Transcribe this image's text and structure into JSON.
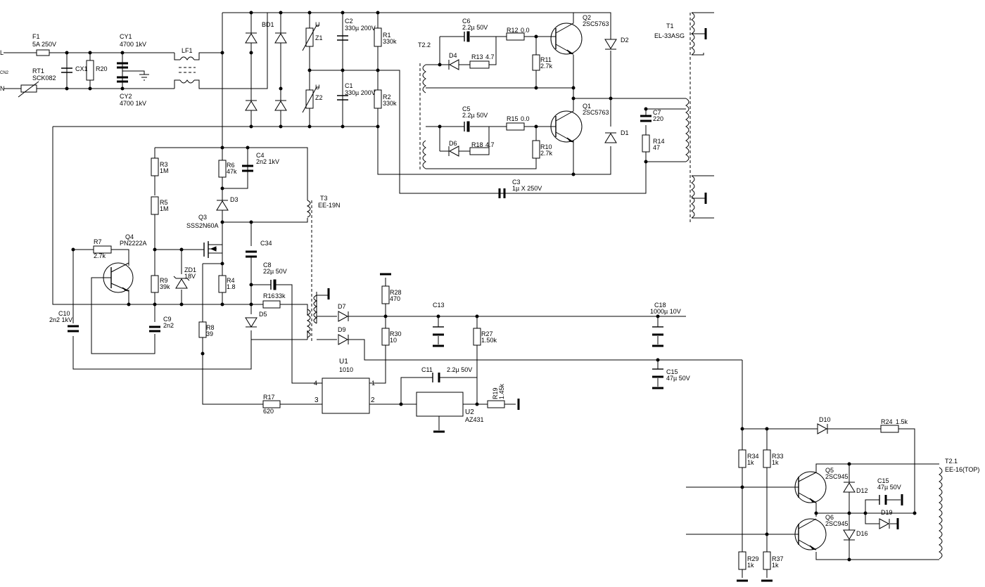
{
  "inputs": {
    "L": "L",
    "N": "N",
    "cn2": "CN2"
  },
  "components": {
    "F1": {
      "ref": "F1",
      "value": "5A 250V"
    },
    "RT1": {
      "ref": "RT1",
      "value": "SCK082"
    },
    "CX1": {
      "ref": "CX1"
    },
    "R20": {
      "ref": "R20"
    },
    "CY1": {
      "ref": "CY1",
      "value": "4700 1kV"
    },
    "CY2": {
      "ref": "CY2",
      "value": "4700 1kV"
    },
    "LF1": {
      "ref": "LF1"
    },
    "BD1": {
      "ref": "BD1"
    },
    "Z1": {
      "ref": "Z1",
      "mark": "U"
    },
    "Z2": {
      "ref": "Z2",
      "mark": "U"
    },
    "C2": {
      "ref": "C2",
      "value": "330µ 200V"
    },
    "C1": {
      "ref": "C1",
      "value": "330µ 200V"
    },
    "R1": {
      "ref": "R1",
      "value": "330k"
    },
    "R2": {
      "ref": "R2",
      "value": "330k"
    },
    "C6": {
      "ref": "C6",
      "value": "2.2µ 50V"
    },
    "R12": {
      "ref": "R12",
      "value": "0.0"
    },
    "D4": {
      "ref": "D4"
    },
    "R13": {
      "ref": "R13",
      "value": "4.7"
    },
    "R11": {
      "ref": "R11",
      "value": "2.7k"
    },
    "Q2": {
      "ref": "Q2",
      "value": "2SC5763"
    },
    "D2": {
      "ref": "D2"
    },
    "T1": {
      "ref": "T1",
      "value": "EL-33ASG"
    },
    "T22": {
      "ref": "T2.2"
    },
    "C5": {
      "ref": "C5",
      "value": "2.2µ 50V"
    },
    "R15": {
      "ref": "R15",
      "value": "0.0"
    },
    "D6": {
      "ref": "D6"
    },
    "R18": {
      "ref": "R18",
      "value": "4.7"
    },
    "R10": {
      "ref": "R10",
      "value": "2.7k"
    },
    "Q1": {
      "ref": "Q1",
      "value": "2SC5763"
    },
    "D1": {
      "ref": "D1"
    },
    "C7": {
      "ref": "C7",
      "value": "220"
    },
    "R14": {
      "ref": "R14",
      "value": "47"
    },
    "C3": {
      "ref": "C3",
      "value": "1µ X 250V"
    },
    "R3": {
      "ref": "R3",
      "value": "1M"
    },
    "R5": {
      "ref": "R5",
      "value": "1M"
    },
    "R6": {
      "ref": "R6",
      "value": "47k"
    },
    "C4": {
      "ref": "C4",
      "value": "2n2 1kV"
    },
    "D3": {
      "ref": "D3"
    },
    "T3": {
      "ref": "T3",
      "value": "EE-19N"
    },
    "Q3": {
      "ref": "Q3",
      "value": "SSS2N60A"
    },
    "R7": {
      "ref": "R7",
      "value": "2.7k"
    },
    "Q4": {
      "ref": "Q4",
      "value": "PN2222A"
    },
    "ZD1": {
      "ref": "ZD1",
      "value": "18V"
    },
    "R9": {
      "ref": "R9",
      "value": "39k"
    },
    "R4": {
      "ref": "R4",
      "value": "1.8"
    },
    "C34": {
      "ref": "C34"
    },
    "C8": {
      "ref": "C8",
      "value": "22µ 50V"
    },
    "R16": {
      "ref": "R16",
      "value": "33k"
    },
    "D5": {
      "ref": "D5"
    },
    "C10": {
      "ref": "C10",
      "value": "2n2 1kV"
    },
    "C9": {
      "ref": "C9",
      "value": "2n2"
    },
    "R8": {
      "ref": "R8",
      "value": "39"
    },
    "D7": {
      "ref": "D7"
    },
    "D9": {
      "ref": "D9"
    },
    "R28": {
      "ref": "R28",
      "value": "470"
    },
    "R30": {
      "ref": "R30",
      "value": "10"
    },
    "C13": {
      "ref": "C13"
    },
    "R27": {
      "ref": "R27",
      "value": "1.50k"
    },
    "C18": {
      "ref": "C18",
      "value": "1000µ 10V"
    },
    "C15a": {
      "ref": "C15",
      "value": "47µ 50V"
    },
    "U1": {
      "ref": "U1",
      "value": "1010",
      "pin1": "1",
      "pin2": "2",
      "pin3": "3",
      "pin4": "4"
    },
    "C11": {
      "ref": "C11",
      "value": "2.2µ 50V"
    },
    "U2": {
      "ref": "U2",
      "value": "AZ431"
    },
    "R19": {
      "ref": "R19",
      "value": "1.45k"
    },
    "R17": {
      "ref": "R17",
      "value": "620"
    },
    "D10": {
      "ref": "D10"
    },
    "R24": {
      "ref": "R24",
      "value": "1.5k"
    },
    "R34": {
      "ref": "R34",
      "value": "1k"
    },
    "R33": {
      "ref": "R33",
      "value": "1k"
    },
    "Q5": {
      "ref": "Q5",
      "value": "2SC945"
    },
    "Q6": {
      "ref": "Q6",
      "value": "2SC945"
    },
    "D12": {
      "ref": "D12"
    },
    "D16": {
      "ref": "D16"
    },
    "C15b": {
      "ref": "C15",
      "value": "47µ 50V"
    },
    "D19": {
      "ref": "D19"
    },
    "T21": {
      "ref": "T2.1",
      "value": "EE-16(TOP)"
    },
    "R29": {
      "ref": "R29",
      "value": "1k"
    },
    "R37": {
      "ref": "R37",
      "value": "1k"
    }
  }
}
